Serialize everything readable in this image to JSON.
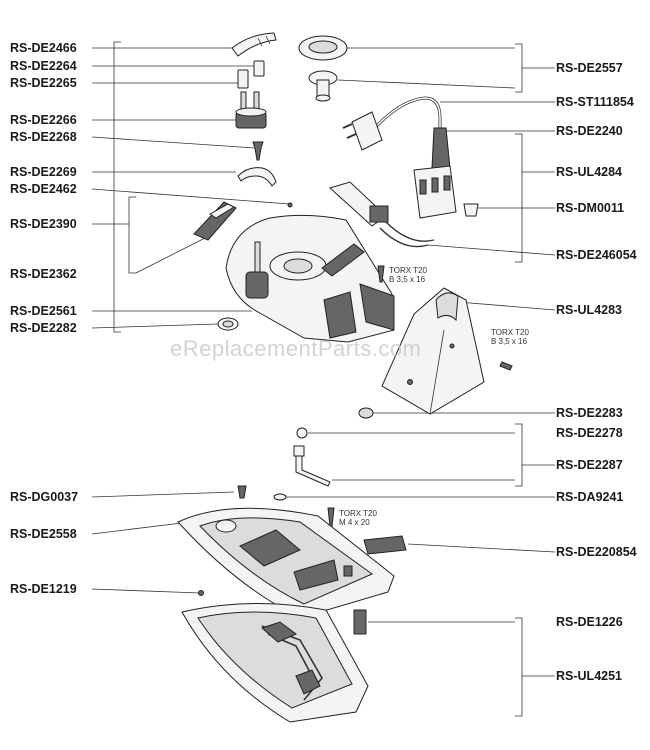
{
  "watermark": "eReplacementParts.com",
  "left_labels": [
    {
      "id": "de2466",
      "text": "RS-DE2466"
    },
    {
      "id": "de2264",
      "text": "RS-DE2264"
    },
    {
      "id": "de2265",
      "text": "RS-DE2265"
    },
    {
      "id": "de2266",
      "text": "RS-DE2266"
    },
    {
      "id": "de2268",
      "text": "RS-DE2268"
    },
    {
      "id": "de2269",
      "text": "RS-DE2269"
    },
    {
      "id": "de2462",
      "text": "RS-DE2462"
    },
    {
      "id": "de2390",
      "text": "RS-DE2390"
    },
    {
      "id": "de2362",
      "text": "RS-DE2362"
    },
    {
      "id": "de2561",
      "text": "RS-DE2561"
    },
    {
      "id": "de2282",
      "text": "RS-DE2282"
    },
    {
      "id": "dg0037",
      "text": "RS-DG0037"
    },
    {
      "id": "de2558",
      "text": "RS-DE2558"
    },
    {
      "id": "de1219",
      "text": "RS-DE1219"
    }
  ],
  "right_labels": [
    {
      "id": "de2557",
      "text": "RS-DE2557"
    },
    {
      "id": "st111854",
      "text": "RS-ST111854"
    },
    {
      "id": "de2240",
      "text": "RS-DE2240"
    },
    {
      "id": "ul4284",
      "text": "RS-UL4284"
    },
    {
      "id": "dm0011",
      "text": "RS-DM0011"
    },
    {
      "id": "de246054",
      "text": "RS-DE246054"
    },
    {
      "id": "ul4283",
      "text": "RS-UL4283"
    },
    {
      "id": "de2283",
      "text": "RS-DE2283"
    },
    {
      "id": "de2278",
      "text": "RS-DE2278"
    },
    {
      "id": "de2287",
      "text": "RS-DE2287"
    },
    {
      "id": "da9241",
      "text": "RS-DA9241"
    },
    {
      "id": "de220854",
      "text": "RS-DE220854"
    },
    {
      "id": "de1226",
      "text": "RS-DE1226"
    },
    {
      "id": "ul4251",
      "text": "RS-UL4251"
    }
  ],
  "screw_notes": [
    {
      "id": "torx1",
      "line1": "TORX T20",
      "line2": "B 3,5 x 16"
    },
    {
      "id": "torx2",
      "line1": "TORX T20",
      "line2": "B 3,5 x 16"
    },
    {
      "id": "torx3",
      "line1": "TORX T20",
      "line2": "M 4 x 20"
    }
  ]
}
